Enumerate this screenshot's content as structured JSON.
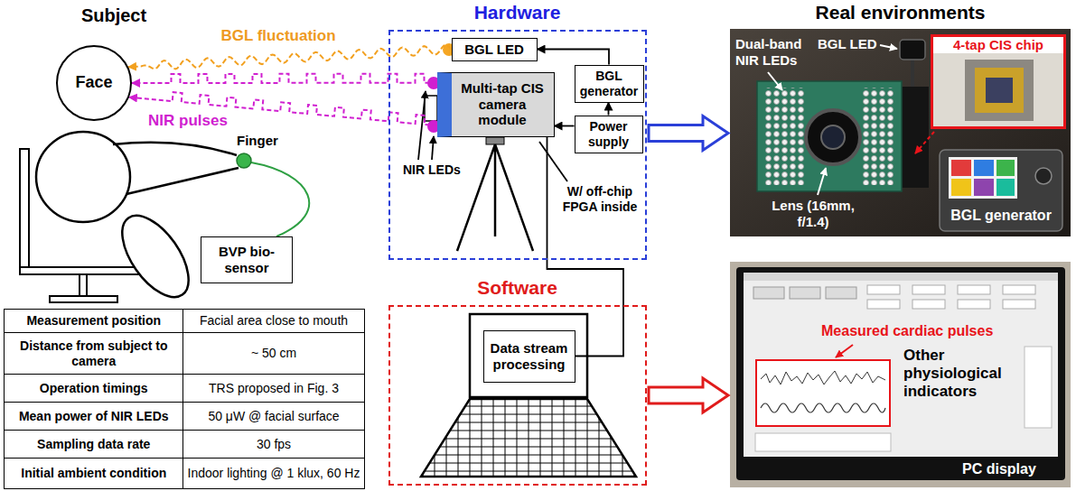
{
  "diagram": {
    "nodes": [
      {
        "text": [
          "Face"
        ]
      },
      {
        "text": [
          "BVP bio-sensor"
        ]
      },
      {
        "text": [
          "Hardware"
        ]
      },
      {
        "text": [
          "BGL LED"
        ],
        "in": 2
      },
      {
        "text": [
          "BGL generator"
        ],
        "in": 2
      },
      {
        "text": [
          "Multi-tap CIS camera module"
        ],
        "in": 2
      },
      {
        "text": [
          "Power supply"
        ],
        "in": 2
      },
      {
        "text": [
          "Software"
        ]
      },
      {
        "text": [
          "Data stream processing"
        ],
        "in": 7
      },
      {
        "text": [
          "Real environments",
          "Dual-band NIR LEDs",
          "BGL LED",
          "Lens (16mm, f/1.4)",
          "BGL generator"
        ]
      },
      {
        "text": [
          "4-tap CIS chip"
        ],
        "in": 9
      },
      {
        "text": [
          "Other physiological indicators",
          "PC display"
        ]
      },
      {
        "text": [
          "Measured cardiac pulses"
        ],
        "in": 11
      }
    ],
    "edges": [
      {
        "from": 3,
        "to": 0,
        "arrow": "to",
        "label": "BGL fluctuation"
      },
      {
        "from": 5,
        "to": 0,
        "arrow": "to"
      },
      {
        "from": 5,
        "to": 0,
        "arrow": "to",
        "label": "NIR pulses"
      },
      {
        "from": 4,
        "to": 3,
        "arrow": "to"
      },
      {
        "from": 6,
        "to": 4,
        "arrow": "to"
      },
      {
        "from": 6,
        "to": 5,
        "arrow": "to"
      },
      {
        "from": 5,
        "to": 8,
        "arrow": "none"
      },
      {
        "from": 2,
        "to": 9,
        "arrow": "to"
      },
      {
        "from": 7,
        "to": 11,
        "arrow": "to"
      }
    ],
    "labels": [
      "Subject",
      "Finger",
      "NIR LEDs",
      "W/ off-chip FPGA inside",
      "Measurement position",
      "Facial area close to mouth",
      "Distance from subject to camera",
      "~ 50 cm",
      "Operation timings",
      "TRS proposed in Fig. 3",
      "Mean power of NIR LEDs",
      "50 μW @ facial surface",
      "Sampling data rate",
      "30 fps",
      "Initial ambient condition",
      "Indoor lighting @ 1 klux, 60 Hz"
    ]
  }
}
